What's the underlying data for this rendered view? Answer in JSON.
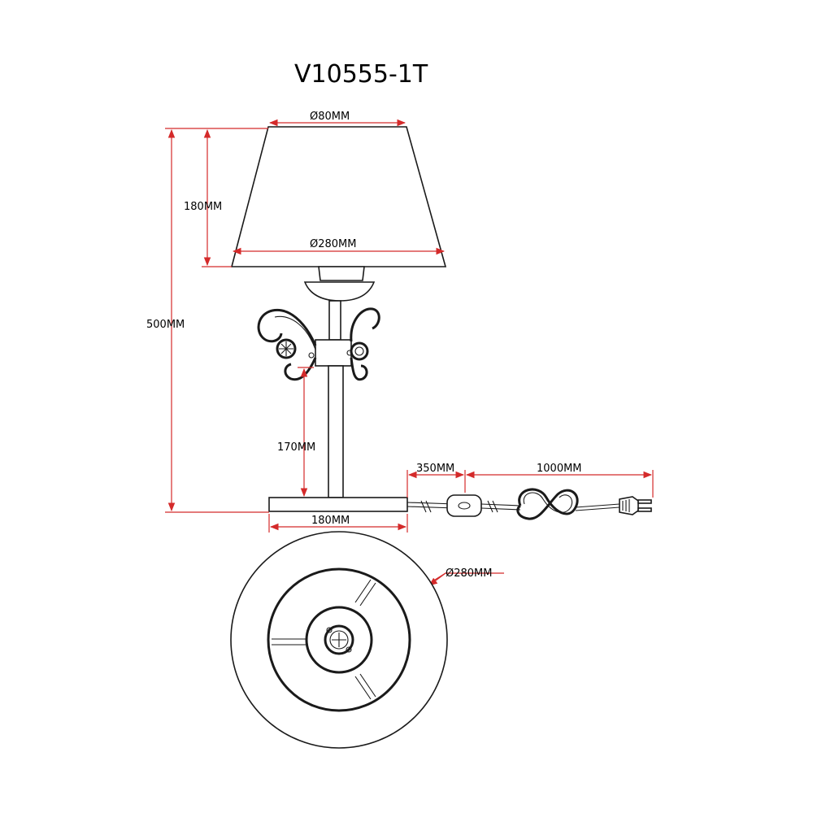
{
  "model": "V10555-1T",
  "dimensions": {
    "shade_top_diameter": "Ø80MM",
    "shade_height": "180MM",
    "shade_bottom_diameter": "Ø280MM",
    "total_height": "500MM",
    "stem_height": "170MM",
    "base_width": "180MM",
    "cord_to_switch": "350MM",
    "switch_to_plug": "1000MM",
    "bottom_view_diameter": "Ø280MM"
  },
  "colors": {
    "dimension": "#d42a2a",
    "outline": "#1a1a1a"
  }
}
